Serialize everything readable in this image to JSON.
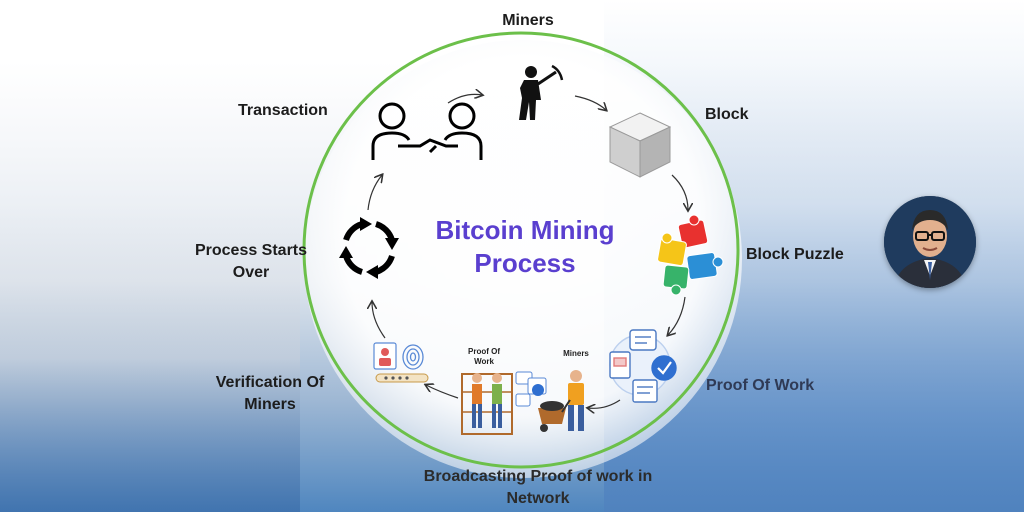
{
  "diagram": {
    "title": "Bitcoin Mining Process",
    "colors": {
      "ring": "#6cc04a",
      "title": "#5a3fcf"
    },
    "steps": [
      {
        "id": "miners",
        "label": "Miners",
        "icon": "miner-icon"
      },
      {
        "id": "block",
        "label": "Block",
        "icon": "cube-icon"
      },
      {
        "id": "block-puzzle",
        "label": "Block Puzzle",
        "icon": "puzzle-icon"
      },
      {
        "id": "proof-of-work",
        "label": "Proof Of Work",
        "icon": "documents-checkmark-icon"
      },
      {
        "id": "broadcasting",
        "label": "Broadcasting Proof of work in Network",
        "icon": "workers-network-icon"
      },
      {
        "id": "verification",
        "label": "Verification Of Miners",
        "icon": "fingerprint-id-icon"
      },
      {
        "id": "process-starts-over",
        "label": "Process Starts Over",
        "icon": "cycle-arrows-icon"
      },
      {
        "id": "transaction",
        "label": "Transaction",
        "icon": "handshake-people-icon"
      }
    ],
    "inner_labels": {
      "proof_of_work": "Proof Of Work",
      "miners": "Miners"
    }
  },
  "avatar": {
    "icon": "presenter-avatar"
  }
}
